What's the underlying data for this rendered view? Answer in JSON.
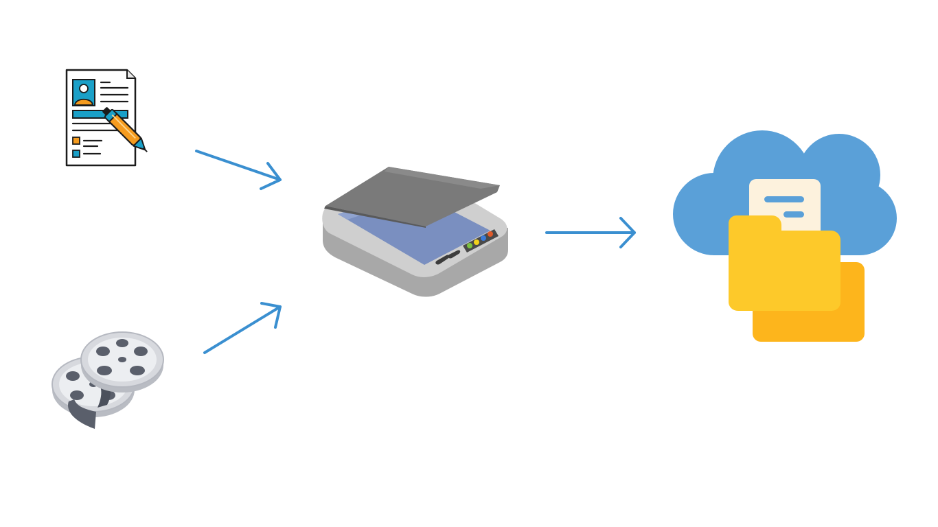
{
  "diagram": {
    "nodes": [
      {
        "id": "document",
        "icon": "document-with-pen-icon"
      },
      {
        "id": "film",
        "icon": "film-reels-icon"
      },
      {
        "id": "scanner",
        "icon": "flatbed-scanner-icon"
      },
      {
        "id": "cloud",
        "icon": "cloud-folder-icon"
      }
    ],
    "edges": [
      {
        "from": "document",
        "to": "scanner"
      },
      {
        "from": "film",
        "to": "scanner"
      },
      {
        "from": "scanner",
        "to": "cloud"
      }
    ]
  },
  "colors": {
    "arrow": "#3a8fd0",
    "cloud": "#5aa0d8",
    "folder_front": "#fdc92a",
    "folder_back": "#fdb51c",
    "scanner_lid": "#757575",
    "scanner_glass": "#7a8fc0",
    "scanner_body": "#bdbdbd",
    "reel": "#cfd2d8",
    "film_strip": "#5a5f6b"
  }
}
